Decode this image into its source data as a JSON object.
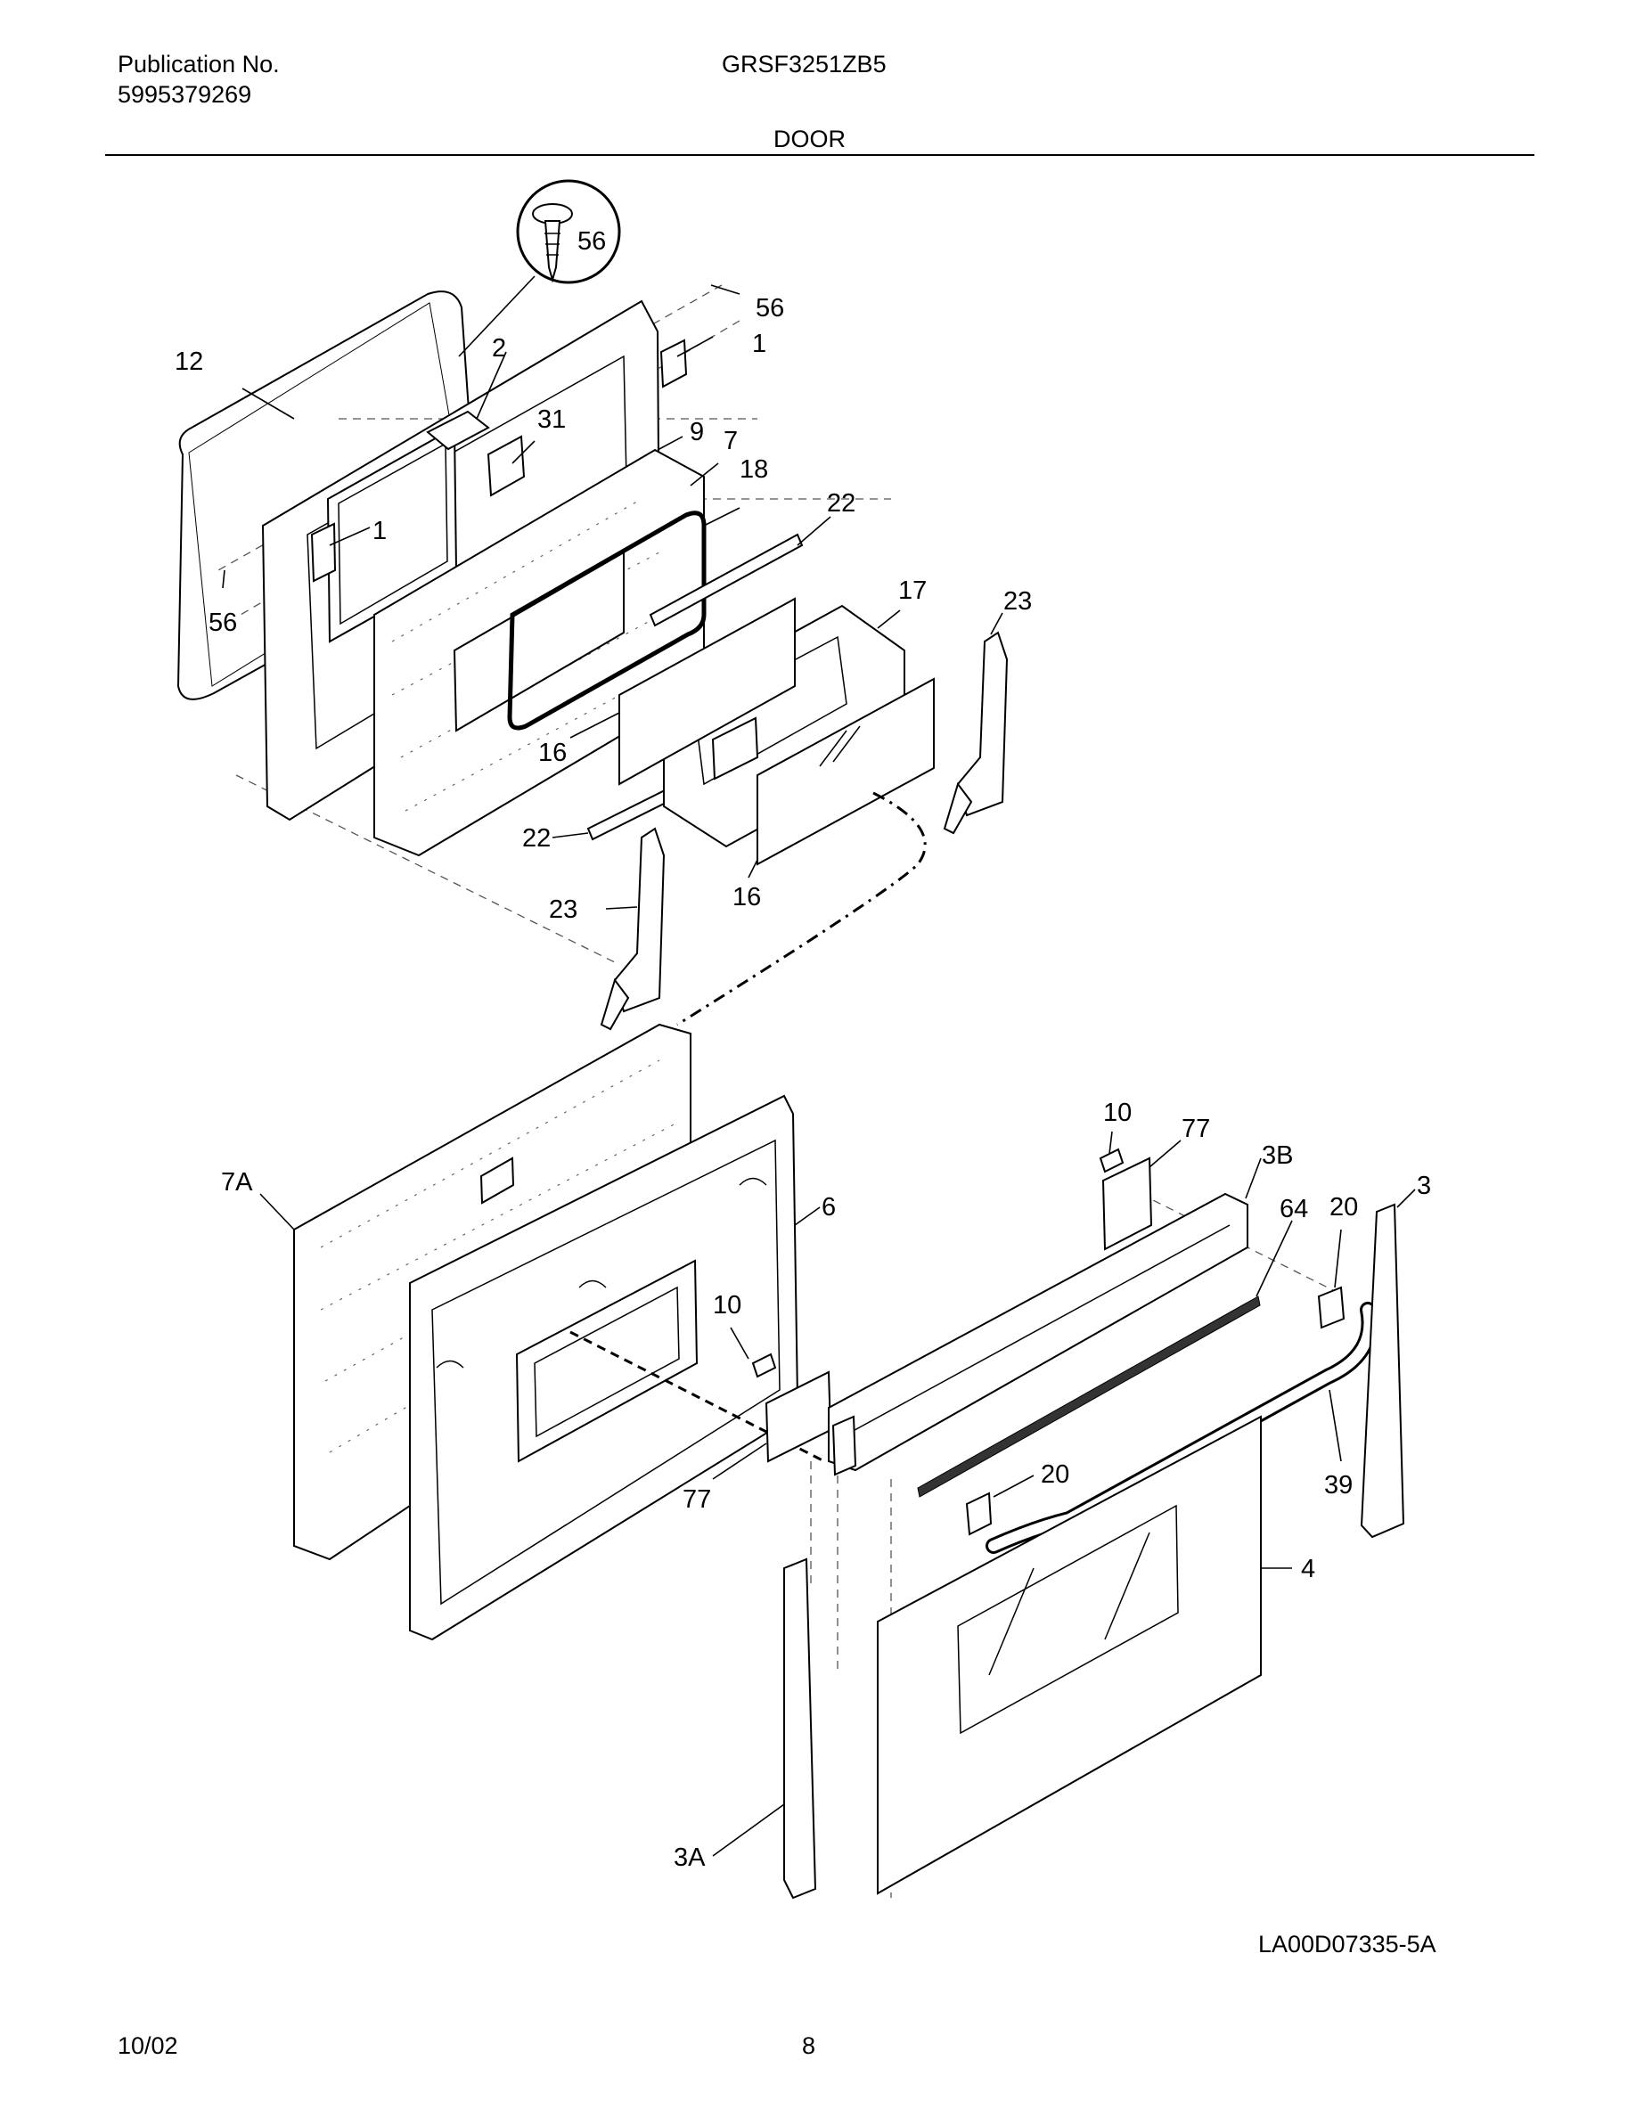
{
  "header": {
    "publication_label": "Publication No.",
    "publication_number": "5995379269",
    "model": "GRSF3251ZB5",
    "section": "DOOR"
  },
  "footer": {
    "drawing_number": "LA00D07335-5A",
    "date": "10/02",
    "page": "8"
  },
  "parts": {
    "p56_circle": "56",
    "p56_top": "56",
    "p1_top": "1",
    "p12": "12",
    "p2": "2",
    "p31": "31",
    "p9": "9",
    "p7": "7",
    "p18": "18",
    "p1_mid": "1",
    "p22_top": "22",
    "p17": "17",
    "p23_right": "23",
    "p56_left": "56",
    "p16_left": "16",
    "p22_bottom": "22",
    "p16_bottom": "16",
    "p23_left": "23",
    "p10_top": "10",
    "p77_top": "77",
    "p3B": "3B",
    "p7A": "7A",
    "p6": "6",
    "p64": "64",
    "p20_top": "20",
    "p3": "3",
    "p10_mid": "10",
    "p20_mid": "20",
    "p39": "39",
    "p77_bottom": "77",
    "p4": "4",
    "p3A": "3A"
  }
}
